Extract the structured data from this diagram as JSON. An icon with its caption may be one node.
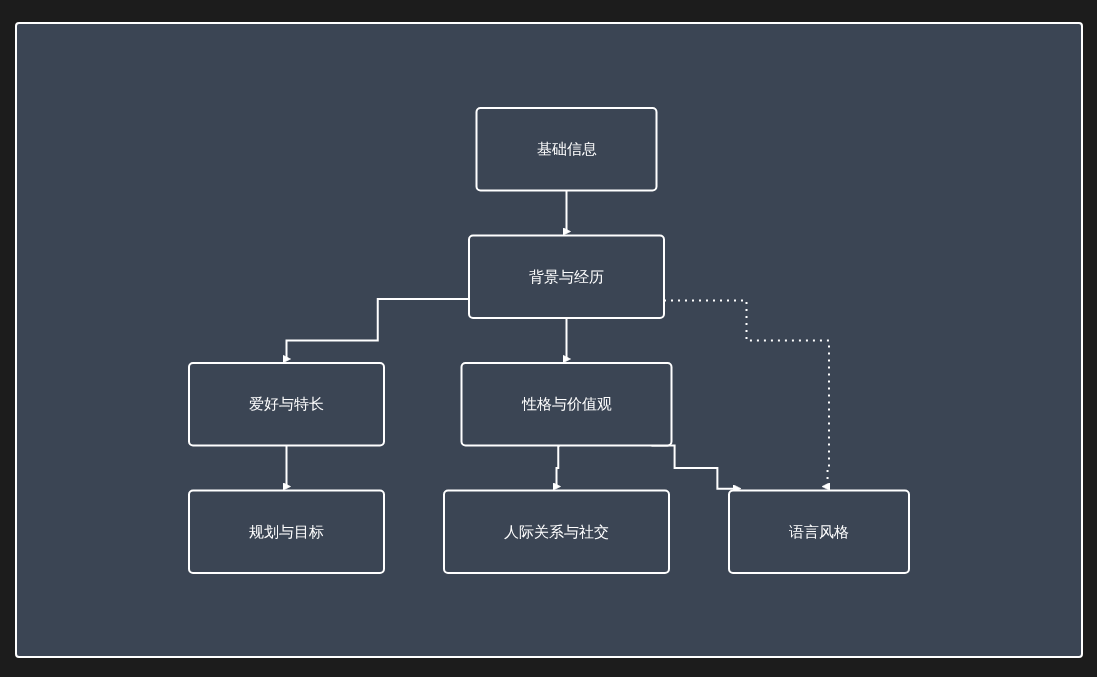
{
  "diagram": {
    "nodes": [
      {
        "text": [
          "基础信息"
        ]
      },
      {
        "text": [
          "背景与经历"
        ]
      },
      {
        "text": [
          "爱好与特长"
        ]
      },
      {
        "text": [
          "性格与价值观"
        ]
      },
      {
        "text": [
          "规划与目标"
        ]
      },
      {
        "text": [
          "人际关系与社交"
        ]
      },
      {
        "text": [
          "语言风格"
        ]
      }
    ],
    "edges": [
      {
        "from": 0,
        "to": 1,
        "arrow": "to"
      },
      {
        "from": 1,
        "to": 2,
        "arrow": "to"
      },
      {
        "from": 1,
        "to": 3,
        "arrow": "to"
      },
      {
        "from": 2,
        "to": 4,
        "arrow": "to"
      },
      {
        "from": 3,
        "to": 5,
        "arrow": "to"
      },
      {
        "from": 3,
        "to": 6,
        "arrow": "to"
      },
      {
        "from": 1,
        "to": 6,
        "arrow": "to",
        "style": "dashed"
      }
    ]
  }
}
